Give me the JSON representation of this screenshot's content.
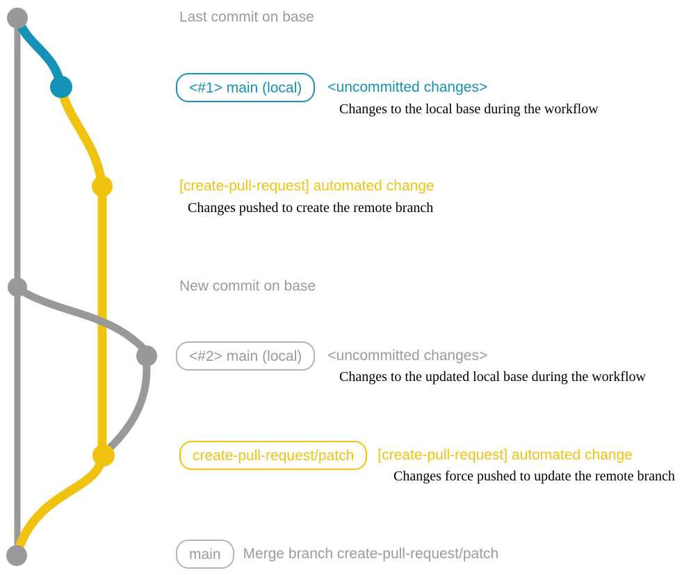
{
  "colors": {
    "teal": "#1492b7",
    "yellow": "#f0c311",
    "graph_gray": "#999999",
    "text_gray": "#9b9b9b",
    "badge_gray_border": "#b5b5b5",
    "description_text": "#000000",
    "background": "#ffffff"
  },
  "graph": {
    "type": "git-branch-diagram",
    "branches": [
      {
        "name": "base",
        "color_name": "gray"
      },
      {
        "name": "local-main",
        "color_name": "teal-then-yellow"
      },
      {
        "name": "create-pull-request/patch",
        "color_name": "yellow"
      }
    ],
    "commits": [
      {
        "id": "base-last-commit",
        "branch": "base",
        "color_name": "gray"
      },
      {
        "id": "local-uncommitted-1",
        "branch": "local-main",
        "color_name": "teal"
      },
      {
        "id": "automated-change-1",
        "branch": "create-pull-request/patch",
        "color_name": "yellow"
      },
      {
        "id": "base-new-commit",
        "branch": "base",
        "color_name": "gray"
      },
      {
        "id": "local-uncommitted-2",
        "branch": "local-main",
        "color_name": "gray"
      },
      {
        "id": "automated-change-2",
        "branch": "create-pull-request/patch",
        "color_name": "yellow"
      },
      {
        "id": "merge-commit",
        "branch": "base",
        "color_name": "gray"
      }
    ]
  },
  "annotations": {
    "header1": "Last commit on base",
    "row1": {
      "badge": "<#1> main (local)",
      "label": "<uncommitted changes>",
      "desc": "Changes to the local base during the workflow"
    },
    "row2": {
      "label": "[create-pull-request] automated change",
      "desc": "Changes pushed to create the remote branch"
    },
    "header2": "New commit on base",
    "row3": {
      "badge": "<#2> main (local)",
      "label": "<uncommitted changes>",
      "desc": "Changes to the updated local base during the workflow"
    },
    "row4": {
      "badge": "create-pull-request/patch",
      "label": "[create-pull-request] automated change",
      "desc": "Changes force pushed to update the remote branch"
    },
    "row5": {
      "badge": "main",
      "label": "Merge branch create-pull-request/patch"
    }
  }
}
